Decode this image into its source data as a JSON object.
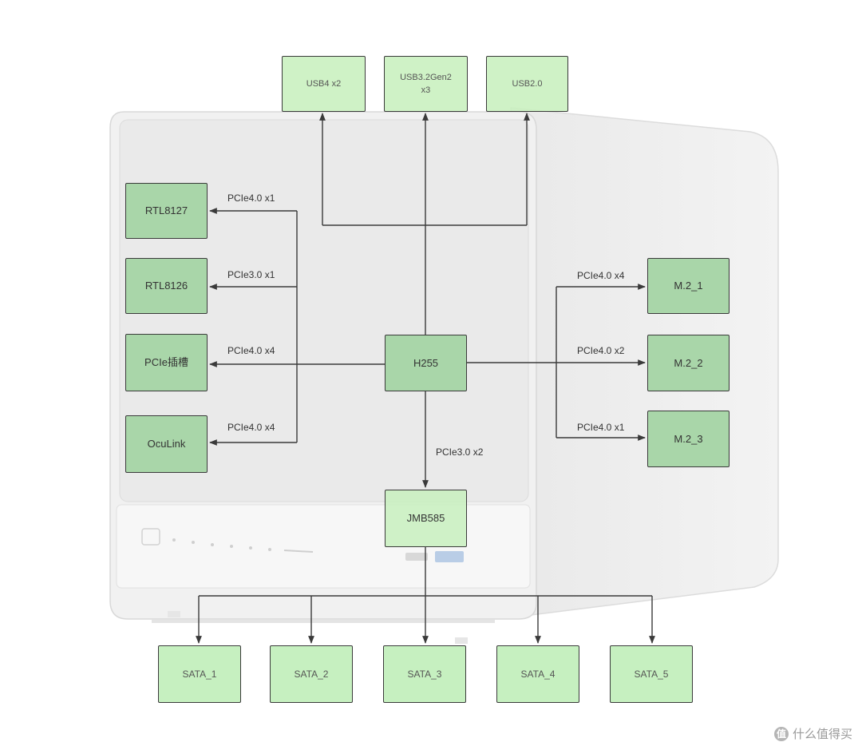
{
  "diagram": {
    "top_ports": [
      {
        "id": "usb4",
        "label": "USB4 x2"
      },
      {
        "id": "usb32",
        "label": "USB3.2Gen2\nx3"
      },
      {
        "id": "usb20",
        "label": "USB2.0"
      }
    ],
    "left_devices": [
      {
        "id": "rtl8127",
        "label": "RTL8127",
        "link": "PCIe4.0 x1"
      },
      {
        "id": "rtl8126",
        "label": "RTL8126",
        "link": "PCIe3.0 x1"
      },
      {
        "id": "pcie-slot",
        "label": "PCIe插槽",
        "link": "PCIe4.0 x4"
      },
      {
        "id": "oculink",
        "label": "OcuLink",
        "link": "PCIe4.0 x4"
      }
    ],
    "right_devices": [
      {
        "id": "m2-1",
        "label": "M.2_1",
        "link": "PCIe4.0 x4"
      },
      {
        "id": "m2-2",
        "label": "M.2_2",
        "link": "PCIe4.0 x2"
      },
      {
        "id": "m2-3",
        "label": "M.2_3",
        "link": "PCIe4.0 x1"
      }
    ],
    "hub": {
      "label": "H255"
    },
    "sata_controller": {
      "label": "JMB585",
      "link": "PCIe3.0 x2"
    },
    "sata_ports": [
      {
        "id": "sata-1",
        "label": "SATA_1"
      },
      {
        "id": "sata-2",
        "label": "SATA_2"
      },
      {
        "id": "sata-3",
        "label": "SATA_3"
      },
      {
        "id": "sata-4",
        "label": "SATA_4"
      },
      {
        "id": "sata-5",
        "label": "SATA_5"
      }
    ]
  },
  "watermark": {
    "icon": "值",
    "text": "什么值得买"
  }
}
